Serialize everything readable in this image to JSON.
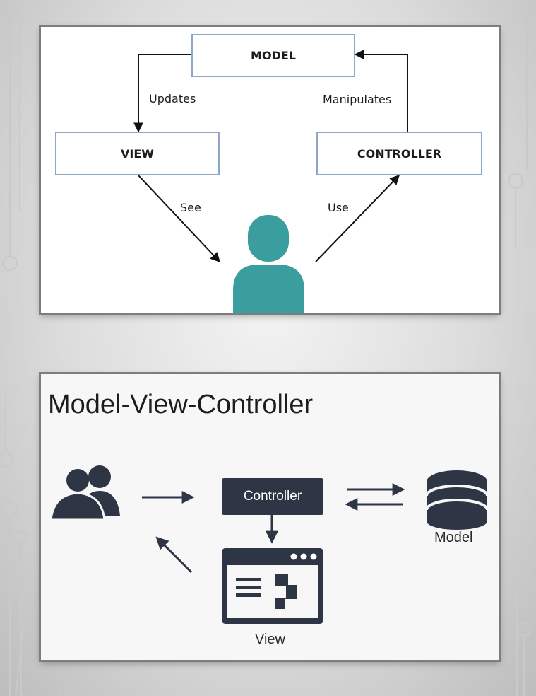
{
  "diagram1": {
    "nodes": {
      "model": "MODEL",
      "view": "VIEW",
      "controller": "CONTROLLER"
    },
    "edges": {
      "model_to_view": "Updates",
      "controller_to_model": "Manipulates",
      "view_to_user": "See",
      "user_to_controller": "Use"
    },
    "colors": {
      "box_border": "#8ea7c5",
      "user_icon": "#3b9e9e"
    }
  },
  "diagram2": {
    "title": "Model-View-Controller",
    "controller_label": "Controller",
    "model_label": "Model",
    "view_label": "View",
    "colors": {
      "dark": "#2e3545"
    }
  }
}
